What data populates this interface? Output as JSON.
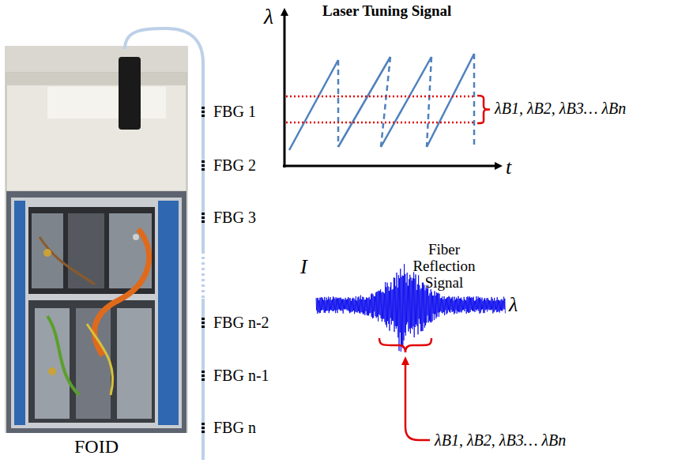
{
  "diagram": {
    "labels": [
      "Laser Tuning Signal",
      "λ",
      "t",
      "λB1, λB2, λB3… λBn",
      "I",
      "Fiber Reflection Signal",
      "λ",
      "λB1, λB2, λB3… λBn",
      "FBG 1",
      "FBG 2",
      "FBG 3",
      "FBG n-2",
      "FBG n-1",
      "FBG n",
      "FOID"
    ]
  }
}
